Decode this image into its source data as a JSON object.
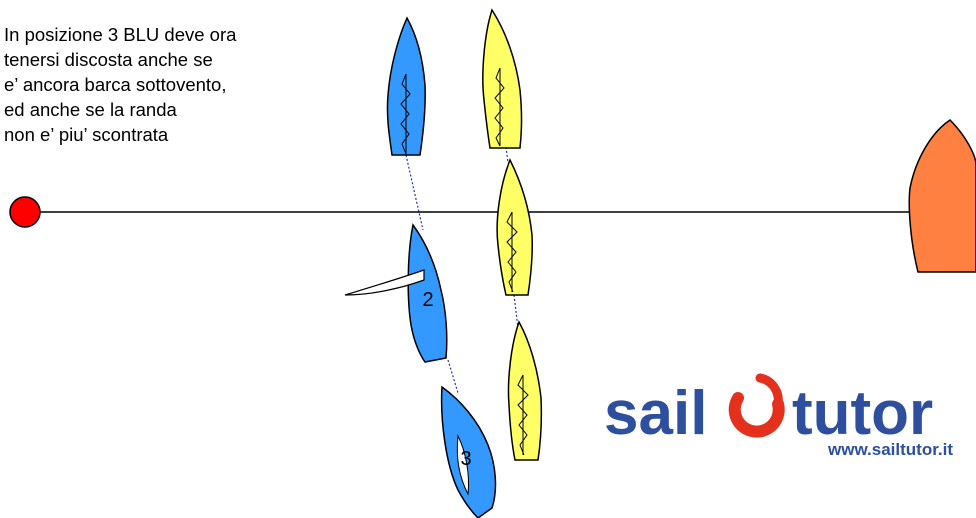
{
  "caption": {
    "lines": [
      "In posizione 3 BLU deve ora",
      "tenersi discosta  anche se",
      "e’ ancora barca sottovento,",
      "ed anche  se la randa",
      "non e’ piu’ scontrata"
    ]
  },
  "colors": {
    "blue_boat": "#3399ff",
    "yellow_boat": "#ffff66",
    "committee_boat": "#ff8040",
    "pin_buoy": "#ff0000",
    "logo_blue": "#2e4f9e",
    "logo_red": "#e3311d"
  },
  "boats": {
    "blue": [
      {
        "position": "1",
        "label": ""
      },
      {
        "position": "2",
        "label": "2"
      },
      {
        "position": "3",
        "label": "3"
      }
    ],
    "yellow": [
      {
        "position": "1",
        "label": ""
      },
      {
        "position": "2",
        "label": ""
      },
      {
        "position": "3",
        "label": ""
      }
    ]
  },
  "logo": {
    "word_left": "sail",
    "word_right": "tutor",
    "url": "www.sailtutor.it"
  }
}
